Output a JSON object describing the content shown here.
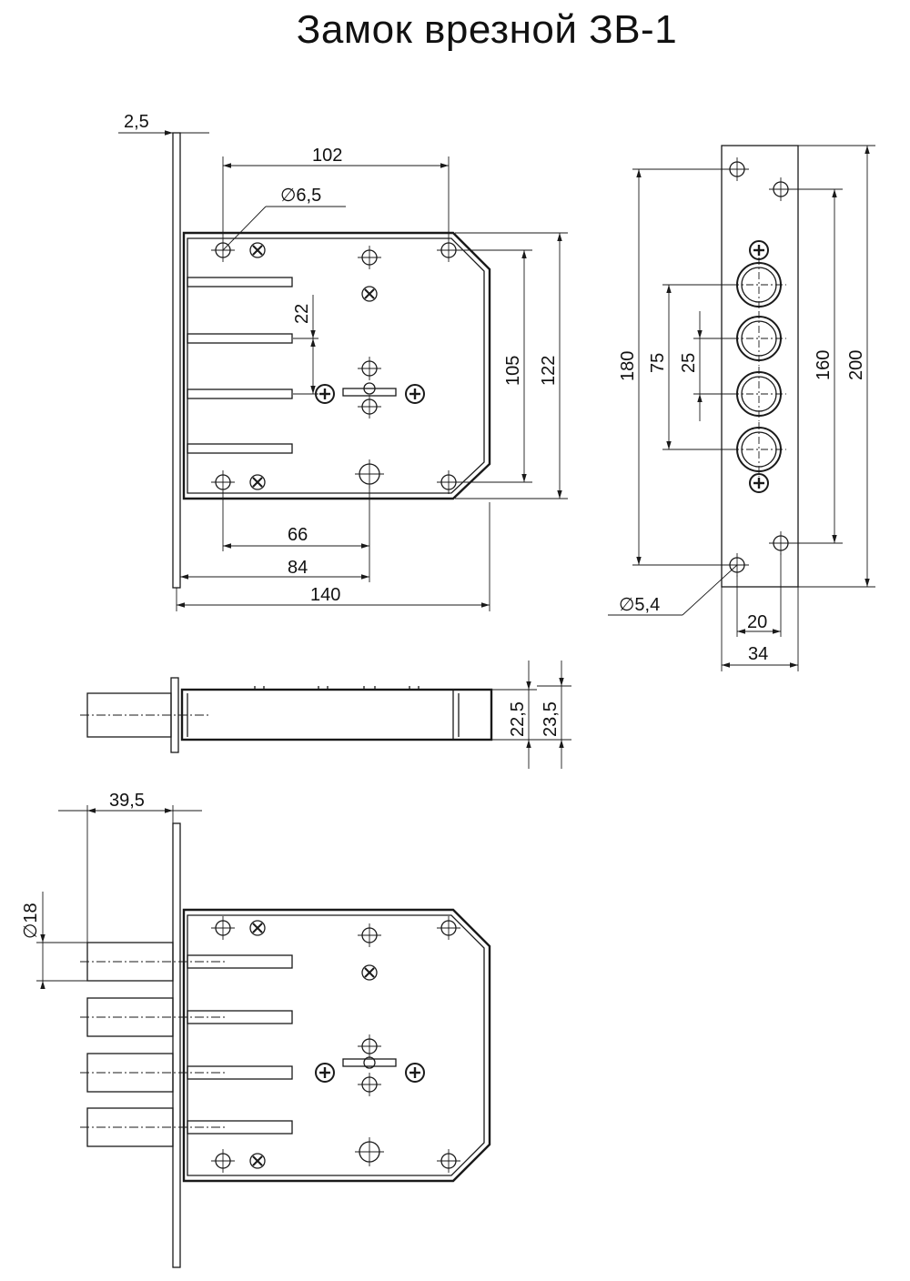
{
  "title": "Замок врезной ЗВ-1",
  "dimensions": {
    "faceplate_thickness": "2,5",
    "hole_spacing_top": "102",
    "hole_diameter_body": "∅6,5",
    "bolt_spacing": "22",
    "inner_height": "105",
    "body_height": "122",
    "offset_66": "66",
    "offset_84": "84",
    "body_width": "140",
    "front_180": "180",
    "front_75": "75",
    "front_25": "25",
    "front_160": "160",
    "front_200": "200",
    "hole_diameter_front": "∅5,4",
    "front_20": "20",
    "front_34": "34",
    "side_22_5": "22,5",
    "side_23_5": "23,5",
    "bolt_projection": "39,5",
    "bolt_diameter": "∅18"
  }
}
